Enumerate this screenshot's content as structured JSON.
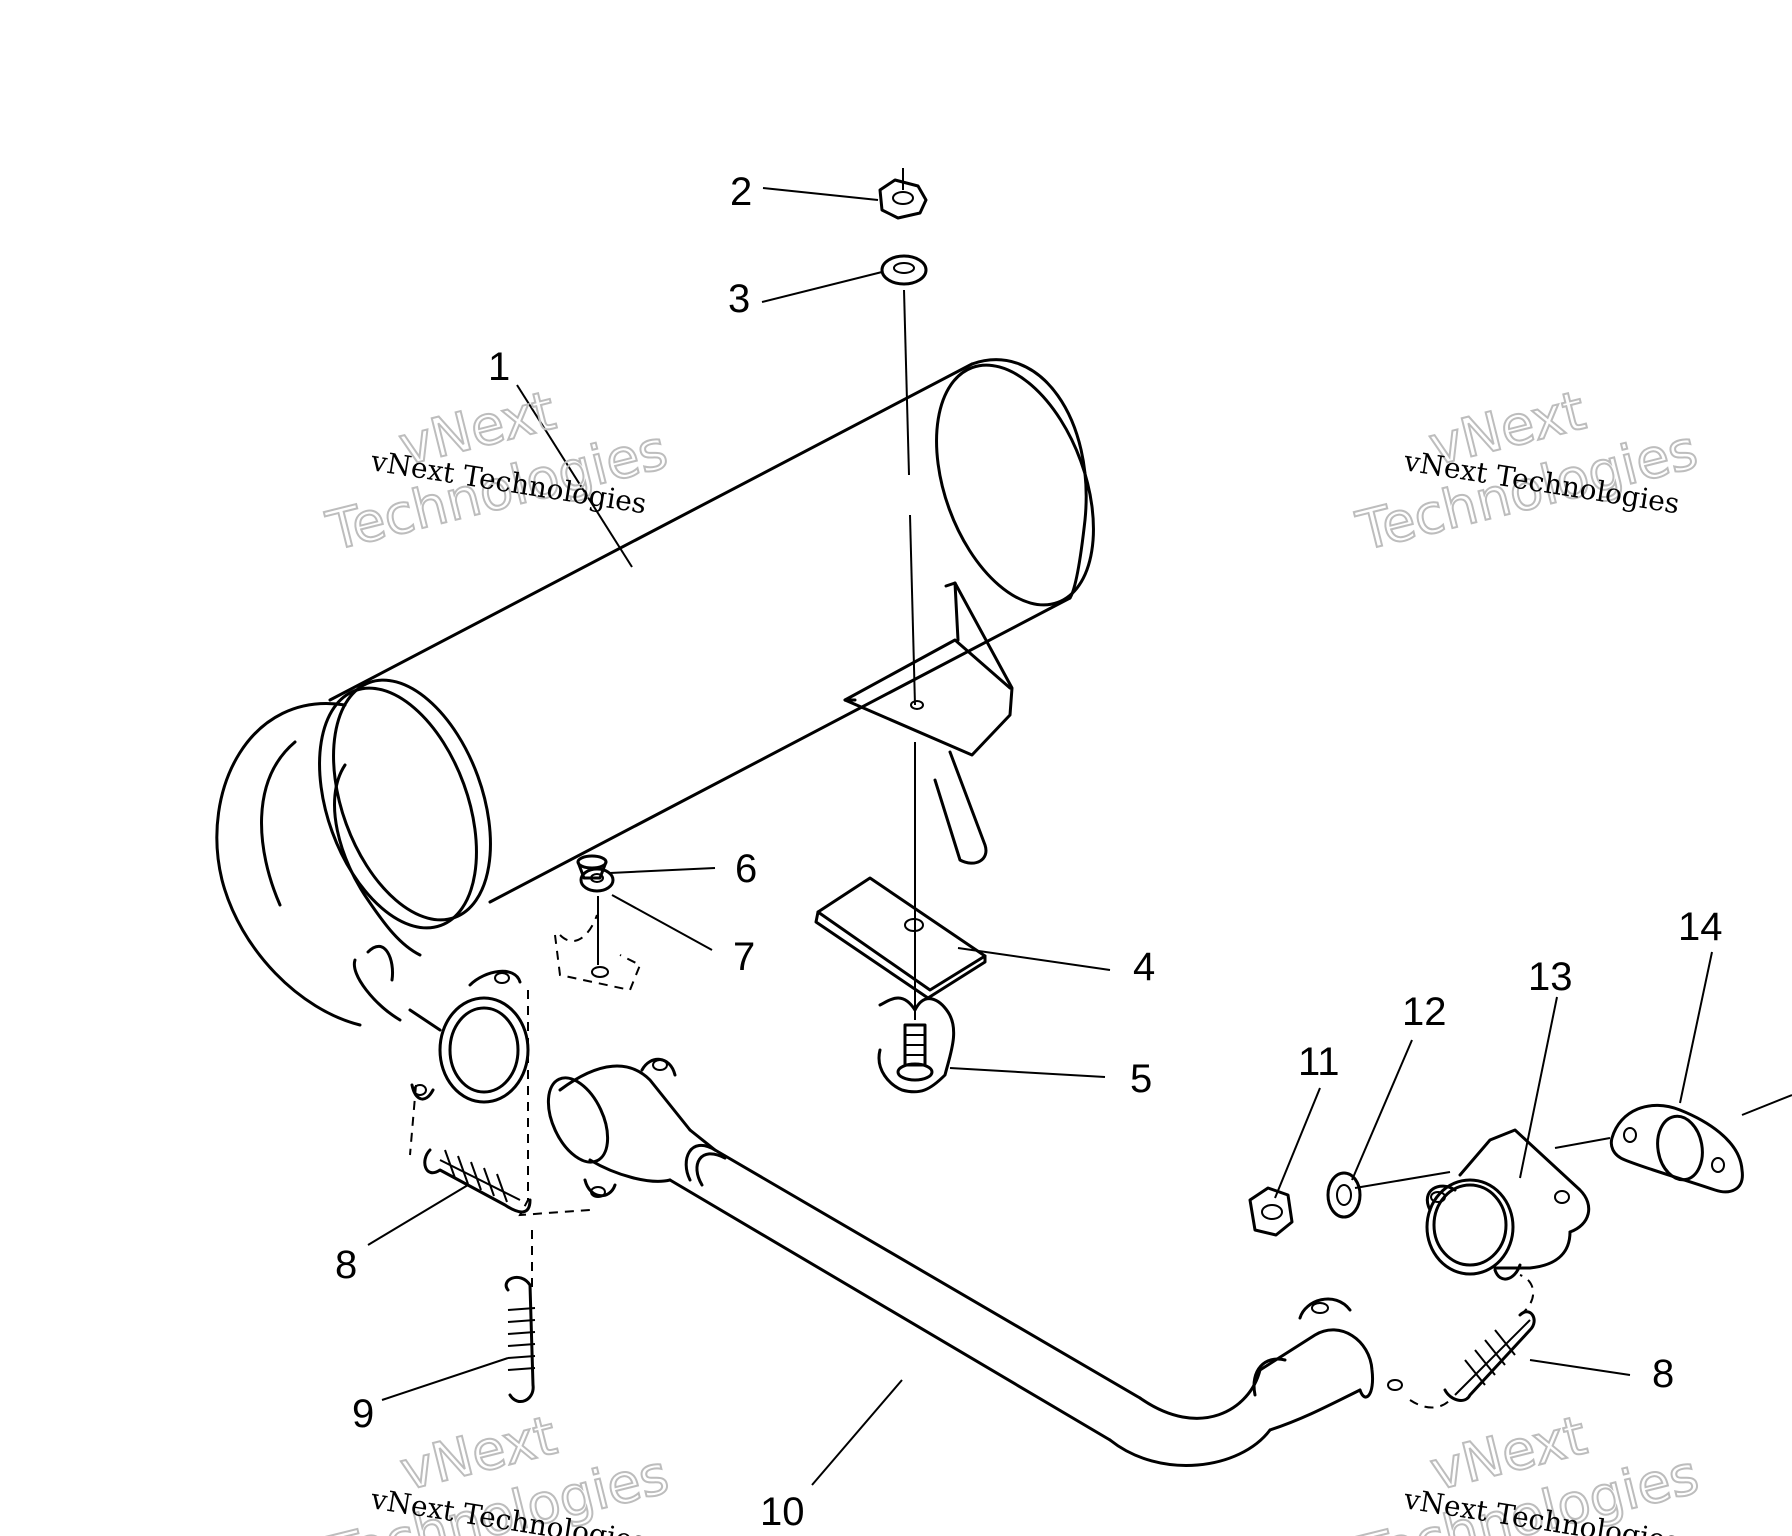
{
  "callouts": [
    {
      "id": "1",
      "label": "1"
    },
    {
      "id": "2",
      "label": "2"
    },
    {
      "id": "3",
      "label": "3"
    },
    {
      "id": "4",
      "label": "4"
    },
    {
      "id": "5",
      "label": "5"
    },
    {
      "id": "6",
      "label": "6"
    },
    {
      "id": "7",
      "label": "7"
    },
    {
      "id": "8a",
      "label": "8"
    },
    {
      "id": "8b",
      "label": "8"
    },
    {
      "id": "9",
      "label": "9"
    },
    {
      "id": "10",
      "label": "10"
    },
    {
      "id": "11",
      "label": "11"
    },
    {
      "id": "12",
      "label": "12"
    },
    {
      "id": "13",
      "label": "13"
    },
    {
      "id": "14",
      "label": "14"
    }
  ],
  "watermark": {
    "line_serif": "vNext Technologies",
    "line_top": "vNext",
    "line_bottom": "Technologies"
  },
  "colors": {
    "ink": "#000000",
    "watermark_outline": "#bdbdbd",
    "background": "#ffffff"
  }
}
